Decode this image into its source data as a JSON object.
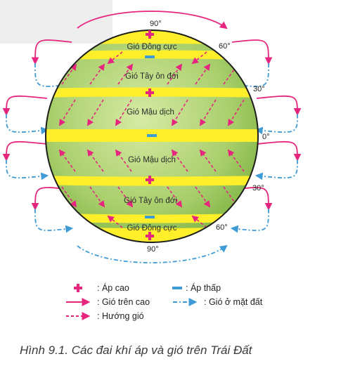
{
  "latitudes": {
    "n90": "90°",
    "n60": "60°",
    "n30": "30°",
    "eq": "0°",
    "s30": "30°",
    "s60": "60°",
    "s90": "90°"
  },
  "winds": {
    "polar_north": "Gió Đông cực",
    "westerly_north": "Gió Tây ôn đới",
    "trade_north": "Gió Mậu dịch",
    "trade_south": "Gió Mậu dịch",
    "westerly_south": "Gió Tây ôn đới",
    "polar_south": "Gió Đông cực"
  },
  "legend": {
    "high_pressure": ": Áp cao",
    "low_pressure": ": Áp thấp",
    "upper_wind": ": Gió trên cao",
    "surface_wind": ": Gió ở mặt đất",
    "wind_direction": ": Hướng gió"
  },
  "caption": "Hình 9.1. Các đai khí áp và gió trên Trái Đất",
  "colors": {
    "globe": "#a9cf6c",
    "pressure_belt": "#ffef2a",
    "high_symbol": "#e6267e",
    "low_symbol": "#3f9bd5",
    "upper_wind": "#e6267e",
    "surface_wind": "#3f9bd5",
    "outline": "#1d1d1b"
  }
}
